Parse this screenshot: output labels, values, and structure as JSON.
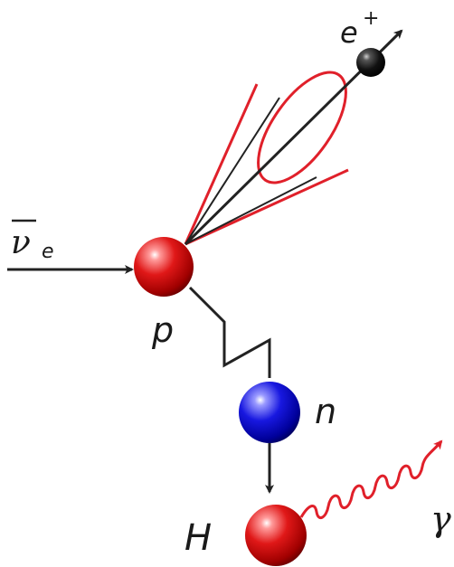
{
  "labels": {
    "antineutrino_symbol": "ν",
    "antineutrino_sub": "e",
    "positron_symbol": "e",
    "positron_charge": "+",
    "proton": "p",
    "neutron": "n",
    "hydrogen": "H",
    "gamma": "γ"
  },
  "colors": {
    "proton": "#d42020",
    "neutron": "#1a1acc",
    "positron": "#111111",
    "cone": "#e0202a",
    "photon": "#e0202a",
    "line": "#222222"
  },
  "icons": {
    "proton": "red-sphere",
    "neutron": "blue-sphere",
    "hydrogen": "red-sphere",
    "positron": "black-sphere",
    "gamma": "wavy-arrow",
    "cone": "cherenkov-cone"
  }
}
